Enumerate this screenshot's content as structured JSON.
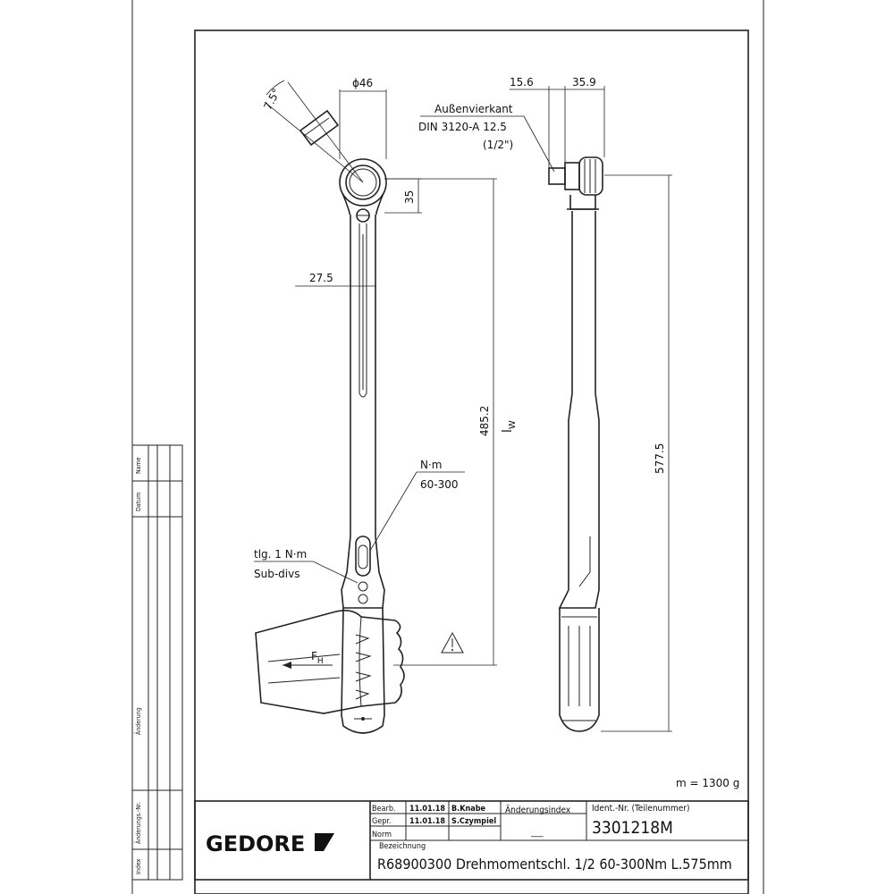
{
  "drawing": {
    "dimensions": {
      "angle": "7.5°",
      "head_diameter": "ϕ46",
      "head_offset": "35",
      "handle_width": "27.5",
      "working_length": "485.2",
      "working_length_symbol": "l",
      "working_length_sub": "W",
      "square_offset": "15.6",
      "square_width": "35.9",
      "total_length": "577.5"
    },
    "annotations": {
      "square_drive_title": "Außenvierkant",
      "square_drive_standard": "DIN 3120-A 12.5",
      "square_drive_size": "(1/2\")",
      "scale_unit": "N·m",
      "scale_range": "60-300",
      "subdiv_de": "tlg. 1 N·m",
      "subdiv_en": "Sub-divs",
      "force_symbol": "F",
      "force_sub": "H",
      "mass": "m = 1300 g"
    },
    "side_strip": {
      "name": "Name",
      "date": "Datum",
      "change": "Änderung",
      "change_no": "Änderungs.-Nr.",
      "index": "Index"
    }
  },
  "title_block": {
    "logo": "GEDORE",
    "bearb_label": "Bearb.",
    "bearb_date": "11.01.18",
    "bearb_name": "B.Knabe",
    "gepr_label": "Gepr.",
    "gepr_date": "11.01.18",
    "gepr_name": "S.Czympiel",
    "norm_label": "Norm",
    "change_index_label": "Änderungsindex",
    "change_index_value": "___",
    "ident_label": "Ident.-Nr.  (Teilenummer)",
    "ident_value": "3301218M",
    "designation_label": "Bezeichnung",
    "designation_value": "R68900300 Drehmomentschl. 1/2 60-300Nm L.575mm"
  }
}
